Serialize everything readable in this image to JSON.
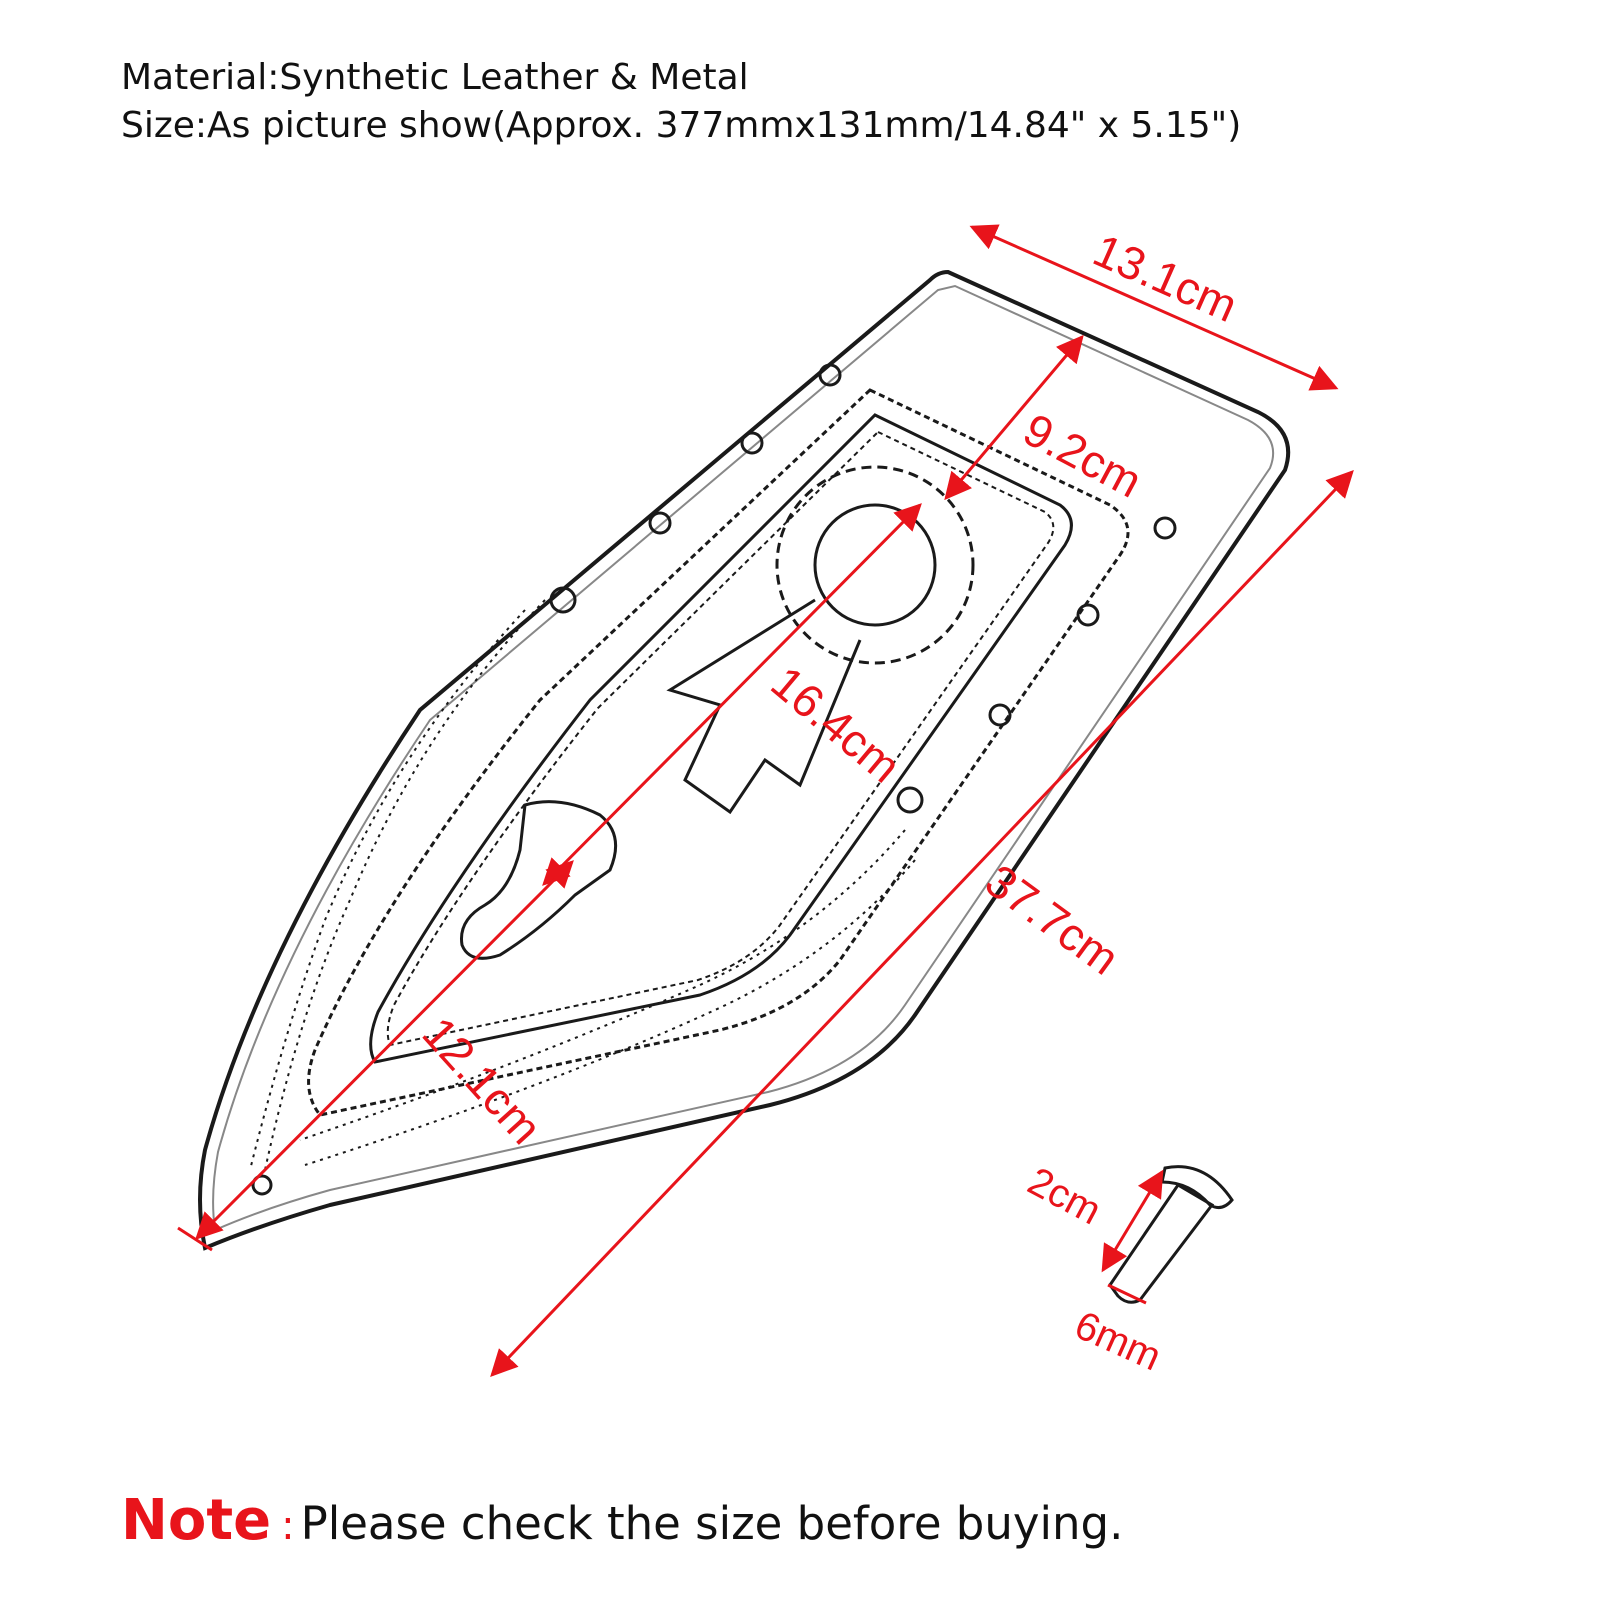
{
  "header": {
    "material": "Material:Synthetic Leather &  Metal",
    "size": "Size:As picture show(Approx. 377mmx131mm/14.84\" x 5.15\")"
  },
  "dimensions": {
    "width_top": "13.1cm",
    "inner_width": "9.2cm",
    "center_length": "16.4cm",
    "total_length": "37.7cm",
    "tip_length": "12.1cm",
    "screw_length": "2cm",
    "screw_diameter": "6mm"
  },
  "note": {
    "label": "Note",
    "colon": ":",
    "text": "Please check the size before buying."
  },
  "colors": {
    "dimension": "#e8141b",
    "outline": "#1a1a1a"
  }
}
